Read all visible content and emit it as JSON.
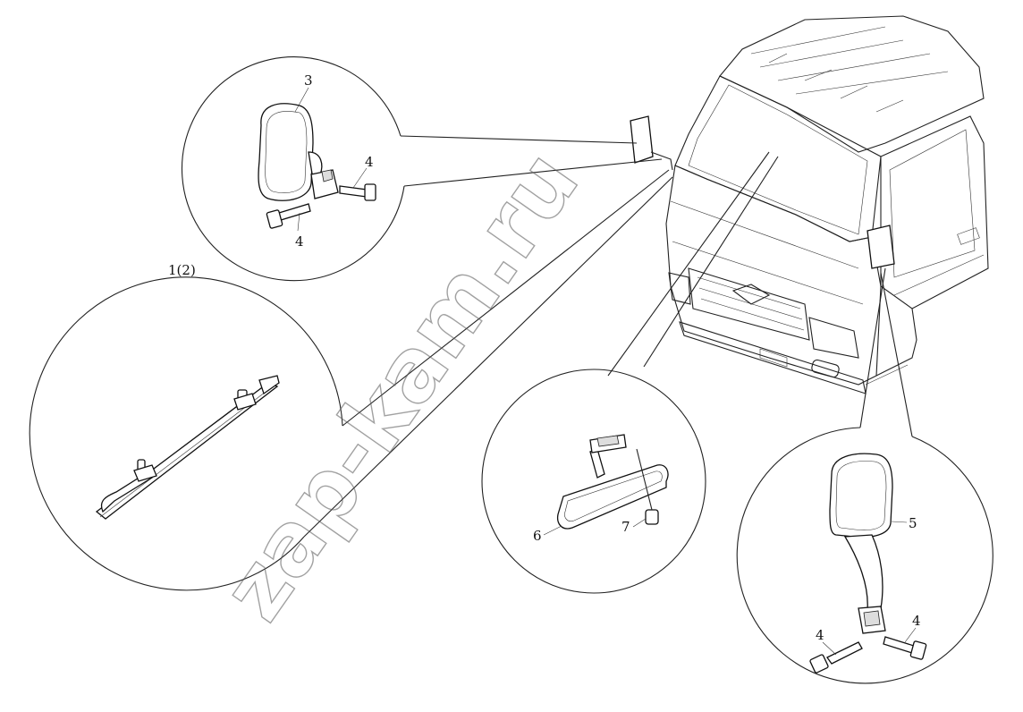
{
  "diagram": {
    "callouts": {
      "c1": "1(2)",
      "c3": "3",
      "c4a": "4",
      "c4b": "4",
      "c4c": "4",
      "c4d": "4",
      "c5": "5",
      "c6": "6",
      "c7": "7"
    },
    "watermark": "zap-kam.ru",
    "line_color": "#222222"
  }
}
